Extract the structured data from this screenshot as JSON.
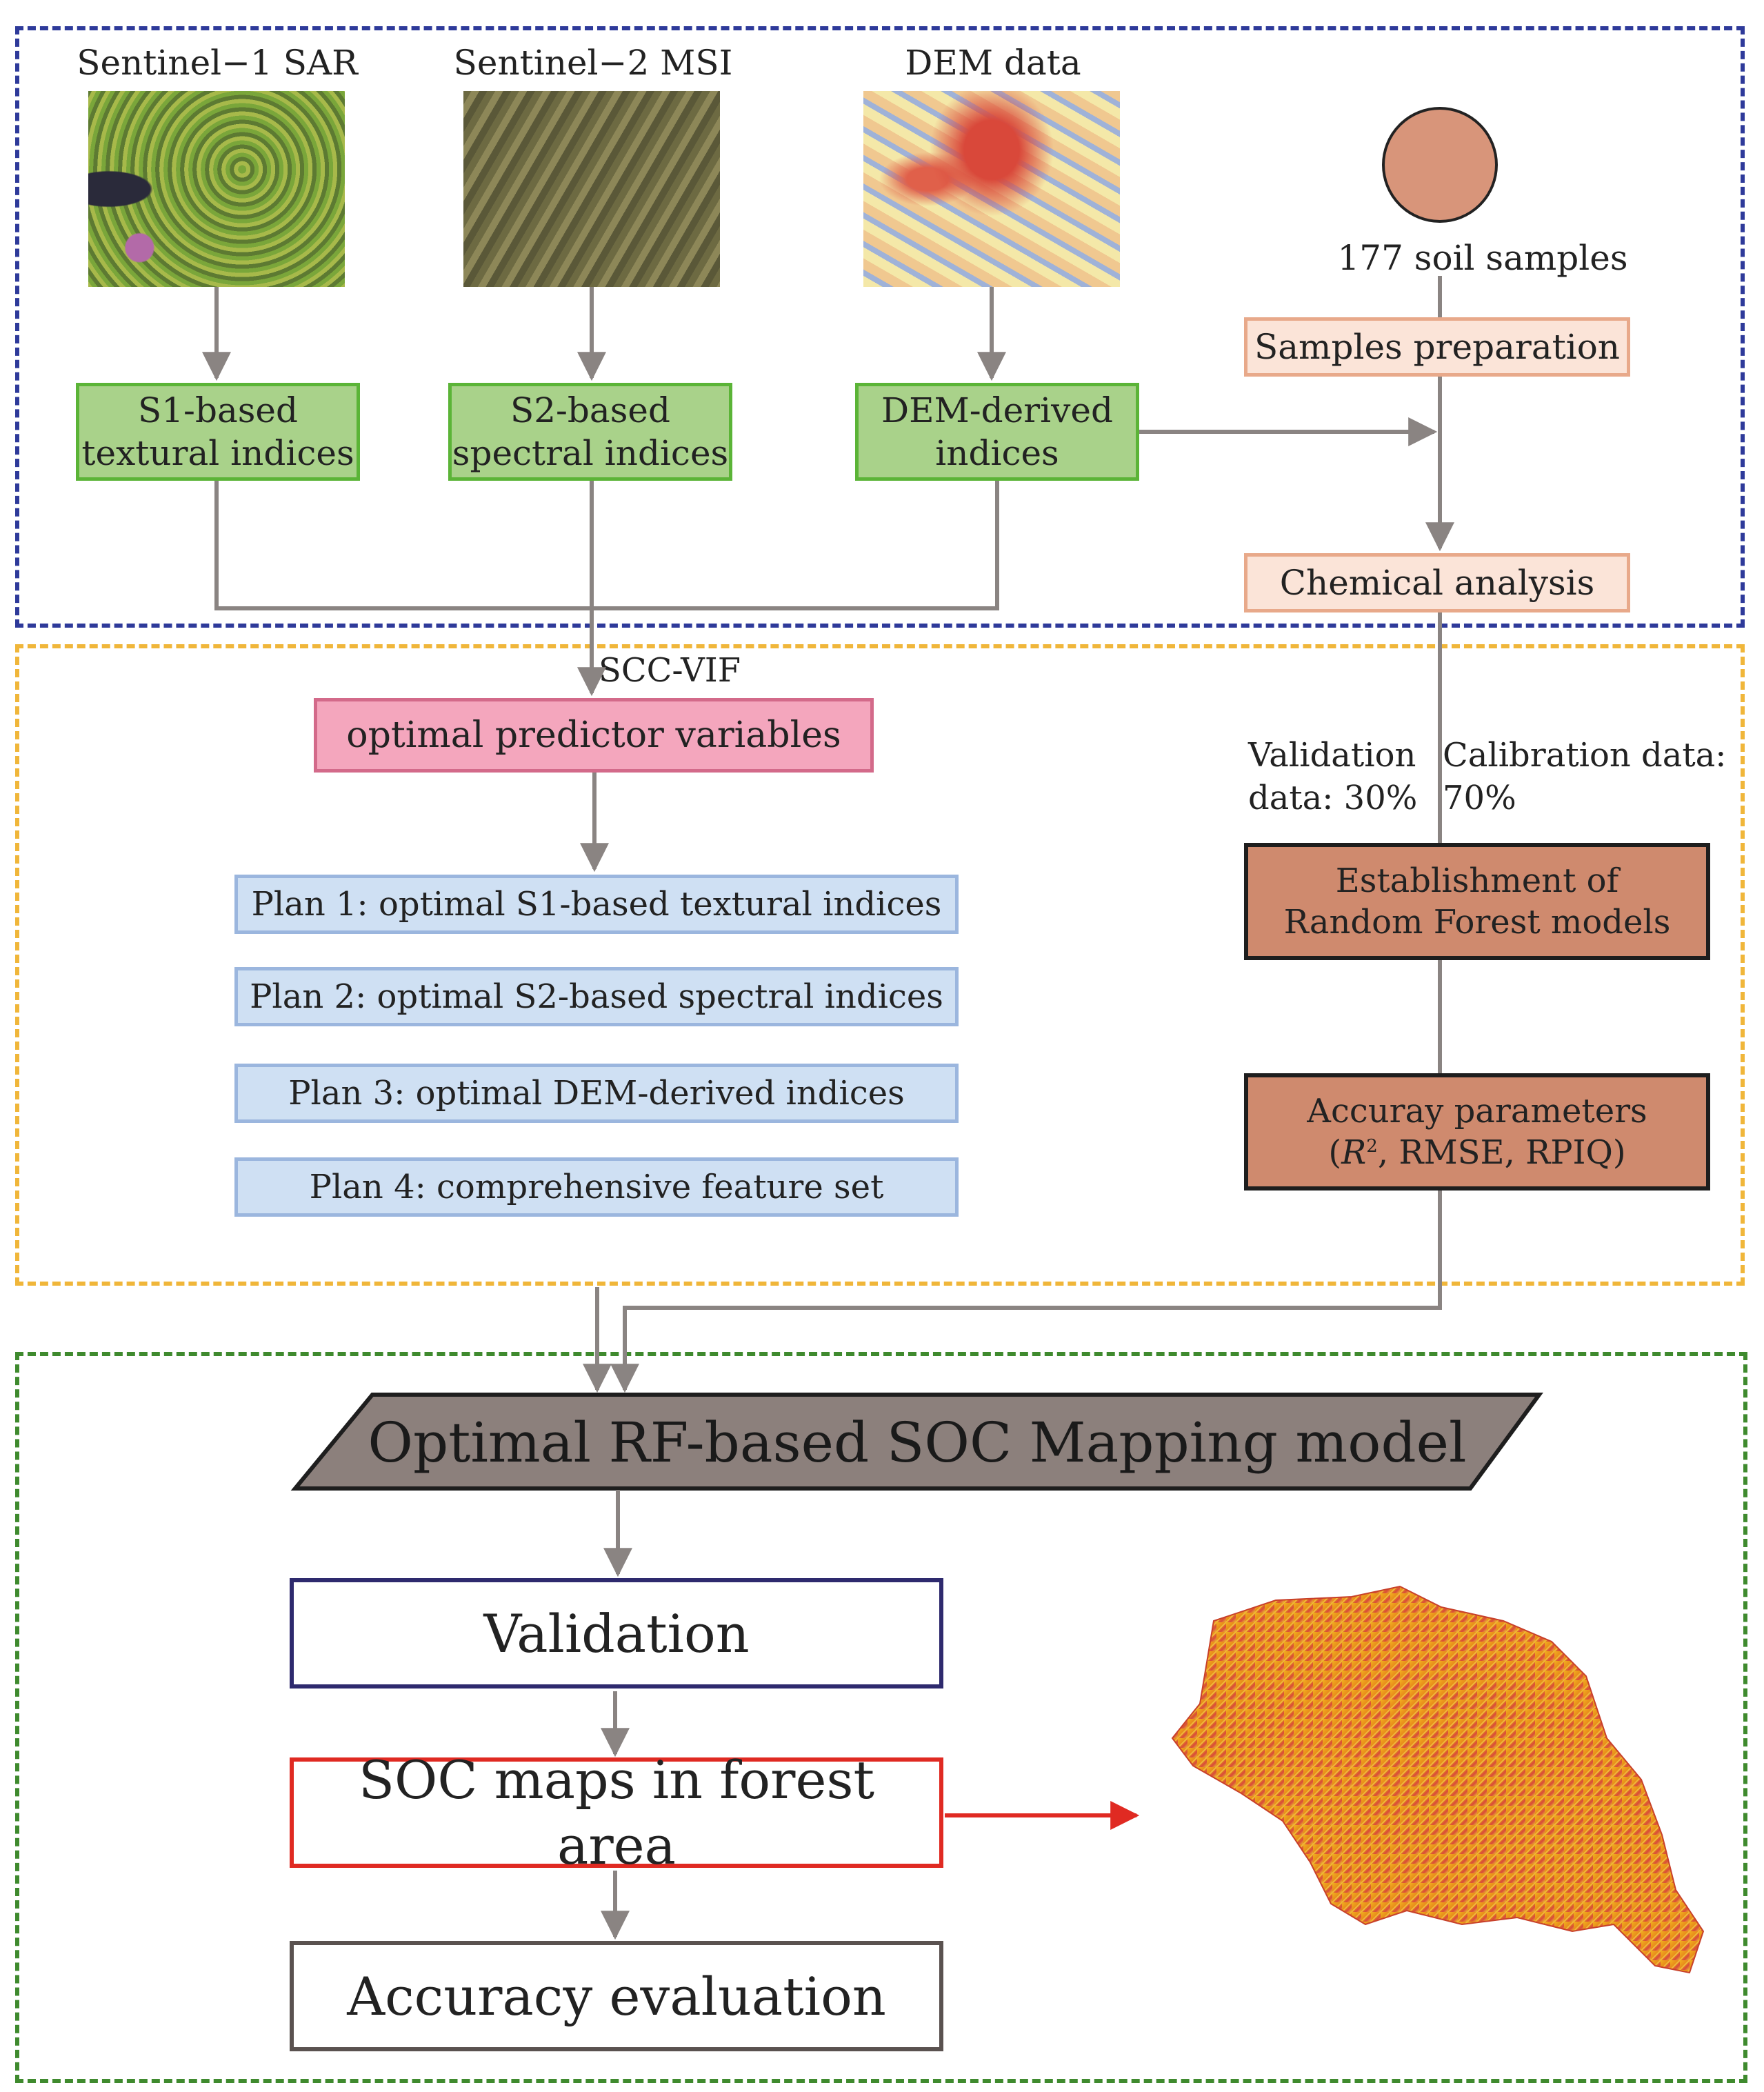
{
  "sources": {
    "s1_title": "Sentinel−1  SAR",
    "s2_title": "Sentinel−2 MSI",
    "dem_title": "DEM data",
    "samples_label": "177 soil samples"
  },
  "nodes": {
    "s1_indices": "S1-based\ntextural indices",
    "s2_indices": "S2-based\nspectral indices",
    "dem_indices": "DEM-derived\nindices",
    "samples_prep": "Samples preparation",
    "chem_analysis": "Chemical analysis",
    "scc_vif": "SCC-VIF",
    "optimal_vars": "optimal predictor variables",
    "plan1": "Plan 1: optimal S1-based textural indices",
    "plan2": "Plan 2: optimal S2-based spectral indices",
    "plan3": "Plan 3: optimal DEM-derived indices",
    "plan4": "Plan 4: comprehensive feature set",
    "validation_split": "Validation\ndata: 30%",
    "calibration_split": "Calibration data:\n70%",
    "rf_models": "Establishment of\nRandom Forest models",
    "accuracy_params_line1": "Accuray parameters",
    "accuracy_params_r": "R",
    "accuracy_params_sup": "2",
    "accuracy_params_rest": ", RMSE, RPIQ)",
    "optimal_model": "Optimal RF-based SOC Mapping model",
    "validation": "Validation",
    "soc_maps": "SOC maps in forest area",
    "accuracy_eval": "Accuracy evaluation"
  },
  "colors": {
    "frame_top": "#2e3a9a",
    "frame_middle": "#f0b63a",
    "frame_bottom": "#3f8a2e",
    "arrow": "#8a8482",
    "red_arrow": "#e02a22",
    "sample_circle": "#d8957a",
    "model_fill": "#8c807c"
  }
}
